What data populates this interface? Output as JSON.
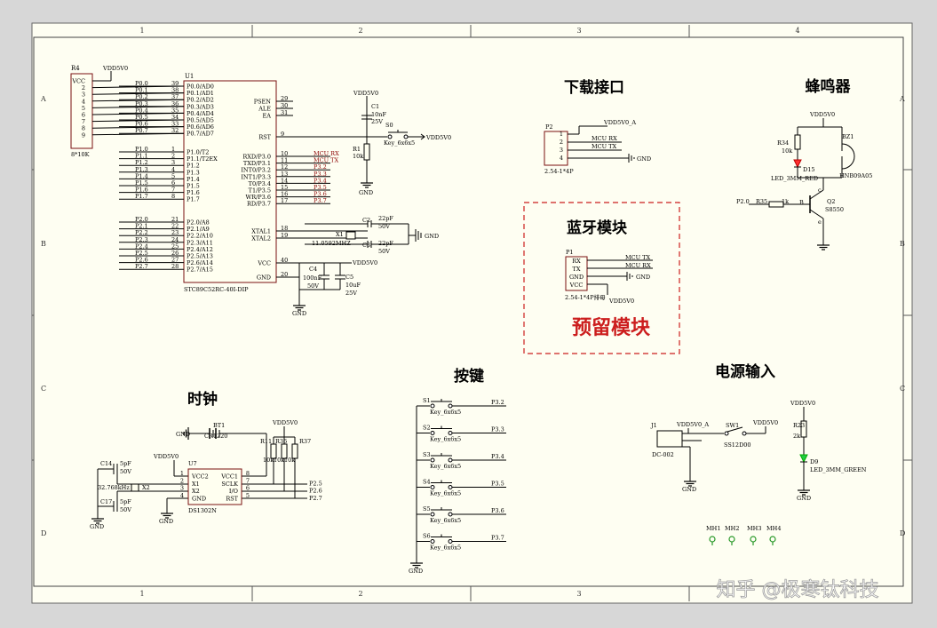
{
  "frame": {
    "columns": [
      "1",
      "2",
      "3",
      "4"
    ],
    "rows": [
      "A",
      "B",
      "C",
      "D"
    ]
  },
  "section_titles": {
    "download": "下载接口",
    "buzzer": "蜂鸣器",
    "bluetooth": "蓝牙模块",
    "reserved": "预留模块",
    "keys": "按键",
    "power": "电源输入",
    "clock": "时钟"
  },
  "watermark": "知乎 @极寒钛科技",
  "mcu": {
    "ref": "U1",
    "part": "STC89C52RC-40I-DIP",
    "left_pins": [
      {
        "net": "P0.0",
        "num": "39",
        "name": "P0.0/AD0"
      },
      {
        "net": "P0.1",
        "num": "38",
        "name": "P0.1/AD1"
      },
      {
        "net": "P0.2",
        "num": "37",
        "name": "P0.2/AD2"
      },
      {
        "net": "P0.3",
        "num": "36",
        "name": "P0.3/AD3"
      },
      {
        "net": "P0.4",
        "num": "35",
        "name": "P0.4/AD4"
      },
      {
        "net": "P0.5",
        "num": "34",
        "name": "P0.5/AD5"
      },
      {
        "net": "P0.6",
        "num": "33",
        "name": "P0.6/AD6"
      },
      {
        "net": "P0.7",
        "num": "32",
        "name": "P0.7/AD7"
      },
      {
        "net": "P1.0",
        "num": "1",
        "name": "P1.0/T2"
      },
      {
        "net": "P1.1",
        "num": "2",
        "name": "P1.1/T2EX"
      },
      {
        "net": "P1.2",
        "num": "3",
        "name": "P1.2"
      },
      {
        "net": "P1.3",
        "num": "4",
        "name": "P1.3"
      },
      {
        "net": "P1.4",
        "num": "5",
        "name": "P1.4"
      },
      {
        "net": "P1.5",
        "num": "6",
        "name": "P1.5"
      },
      {
        "net": "P1.6",
        "num": "7",
        "name": "P1.6"
      },
      {
        "net": "P1.7",
        "num": "8",
        "name": "P1.7"
      },
      {
        "net": "P2.0",
        "num": "21",
        "name": "P2.0/A8"
      },
      {
        "net": "P2.1",
        "num": "22",
        "name": "P2.1/A9"
      },
      {
        "net": "P2.2",
        "num": "23",
        "name": "P2.2/A10"
      },
      {
        "net": "P2.3",
        "num": "24",
        "name": "P2.3/A11"
      },
      {
        "net": "P2.4",
        "num": "25",
        "name": "P2.4/A12"
      },
      {
        "net": "P2.5",
        "num": "26",
        "name": "P2.5/A13"
      },
      {
        "net": "P2.6",
        "num": "27",
        "name": "P2.6/A14"
      },
      {
        "net": "P2.7",
        "num": "28",
        "name": "P2.7/A15"
      }
    ],
    "right_top_pins": [
      {
        "num": "29",
        "name": "PSEN"
      },
      {
        "num": "30",
        "name": "ALE"
      },
      {
        "num": "31",
        "name": "EA"
      },
      {
        "num": "9",
        "name": "RST"
      }
    ],
    "right_p3_pins": [
      {
        "num": "10",
        "name": "RXD/P3.0",
        "net": "MCU RX"
      },
      {
        "num": "11",
        "name": "TXD/P3.1",
        "net": "MCU TX"
      },
      {
        "num": "12",
        "name": "INT0/P3.2",
        "net": "P3.2"
      },
      {
        "num": "13",
        "name": "INT1/P3.3",
        "net": "P3.3"
      },
      {
        "num": "14",
        "name": "T0/P3.4",
        "net": "P3.4"
      },
      {
        "num": "15",
        "name": "T1/P3.5",
        "net": "P3.5"
      },
      {
        "num": "16",
        "name": "WR/P3.6",
        "net": "P3.6"
      },
      {
        "num": "17",
        "name": "RD/P3.7",
        "net": "P3.7"
      }
    ],
    "right_bottom_pins": [
      {
        "num": "18",
        "name": "XTAL1"
      },
      {
        "num": "19",
        "name": "XTAL2"
      },
      {
        "num": "40",
        "name": "VCC"
      },
      {
        "num": "20",
        "name": "GND"
      }
    ]
  },
  "resnet": {
    "ref": "R4",
    "power": "VDD5V0",
    "pins": [
      "VCC",
      "2",
      "3",
      "4",
      "5",
      "6",
      "7",
      "8",
      "9"
    ],
    "value": "8*10K"
  },
  "reset": {
    "power": "VDD5V0",
    "c1_ref": "C1",
    "c1_value": "10nF",
    "c1_voltage": "25V",
    "r1_ref": "R1",
    "r1_value": "10k",
    "s0_ref": "S0",
    "s0_part": "Key_6x6x5",
    "s0_power": "VDD5V0",
    "gnd": "GND"
  },
  "crystal": {
    "c2_ref": "C2",
    "c2_value": "22pF",
    "c2_voltage": "50V",
    "c3_ref": "C3",
    "c3_value": "22pF",
    "c3_voltage": "50V",
    "x1_ref": "X1",
    "x1_value": "11.0592MHZ",
    "gnd": "GND"
  },
  "decoupling": {
    "power": "VDD5V0",
    "c4_ref": "C4",
    "c4_value": "100nF",
    "c4_voltage": "50V",
    "c5_ref": "C5",
    "c5_value": "10uF",
    "c5_voltage": "25V",
    "gnd": "GND"
  },
  "download_port": {
    "ref": "P2",
    "power": "VDD5V0_A",
    "pins": [
      "1",
      "2",
      "3",
      "4"
    ],
    "nets": [
      "MCU RX",
      "MCU TX"
    ],
    "gnd": "GND",
    "part": "2.54-1*4P"
  },
  "buzzer_circuit": {
    "power": "VDD5V0",
    "r34_ref": "R34",
    "r34_value": "10k",
    "d15_ref": "D15",
    "d15_value": "LED_3MM_RED",
    "bz_ref": "BZ1",
    "bz_part": "HNB09A05",
    "ctrl_net": "P2.0",
    "r35_ref": "R35",
    "r35_value": "1k",
    "q_ref": "Q2",
    "q_part": "S8550",
    "q_b": "B",
    "q_c": "c",
    "q_e": "e"
  },
  "bluetooth_module": {
    "ref": "P1",
    "pins": [
      "RX",
      "TX",
      "GND",
      "VCC"
    ],
    "nets": [
      "MCU TX",
      "MCU RX"
    ],
    "gnd": "GND",
    "power": "VDD5V0",
    "part": "2.54-1*4P排母"
  },
  "keys_circuit": {
    "keys": [
      {
        "ref": "S1",
        "part": "Key_6x6x5",
        "net": "P3.2"
      },
      {
        "ref": "S2",
        "part": "Key_6x6x5",
        "net": "P3.3"
      },
      {
        "ref": "S3",
        "part": "Key_6x6x5",
        "net": "P3.4"
      },
      {
        "ref": "S4",
        "part": "Key_6x6x5",
        "net": "P3.5"
      },
      {
        "ref": "S5",
        "part": "Key_6x6x5",
        "net": "P3.6"
      },
      {
        "ref": "S6",
        "part": "Key_6x6x5",
        "net": "P3.7"
      }
    ],
    "gnd": "GND"
  },
  "power_input": {
    "j1_ref": "J1",
    "j1_part": "DC-002",
    "net_a": "VDD5V0_A",
    "sw_ref": "SW1",
    "sw_part": "SS12D00",
    "net_out": "VDD5V0",
    "gnd": "GND",
    "led_power": "VDD5V0",
    "r_ref": "R23",
    "r_value": "2k",
    "d_ref": "D9",
    "d_value": "LED_3MM_GREEN",
    "led_gnd": "GND"
  },
  "mounting_holes": [
    "MH1",
    "MH2",
    "MH3",
    "MH4"
  ],
  "rtc": {
    "bt_ref": "BT1",
    "bt_part": "CR1220",
    "bt_gnd": "GND",
    "pullup_power": "VDD5V0",
    "r_refs": [
      "R11",
      "R36",
      "R37"
    ],
    "r_values": [
      "10k",
      "10k",
      "10k"
    ],
    "c14_ref": "C14",
    "c14_value": "5pF",
    "c14_voltage": "50V",
    "c17_ref": "C17",
    "c17_value": "5pF",
    "c17_voltage": "50V",
    "x2_ref": "X2",
    "x2_value": "32.768kHz",
    "u7_ref": "U7",
    "u7_part": "DS1302N",
    "u7_power": "VDD5V0",
    "left_pins": [
      {
        "num": "1",
        "name": "VCC2"
      },
      {
        "num": "2",
        "name": "X1"
      },
      {
        "num": "3",
        "name": "X2"
      },
      {
        "num": "4",
        "name": "GND"
      }
    ],
    "right_pins": [
      {
        "num": "8",
        "name": "VCC1"
      },
      {
        "num": "7",
        "name": "SCLK",
        "net": "P2.5"
      },
      {
        "num": "6",
        "name": "I/O",
        "net": "P2.6"
      },
      {
        "num": "5",
        "name": "RST",
        "net": "P2.7"
      }
    ],
    "gnd_left": "GND",
    "gnd_right": "GND"
  }
}
